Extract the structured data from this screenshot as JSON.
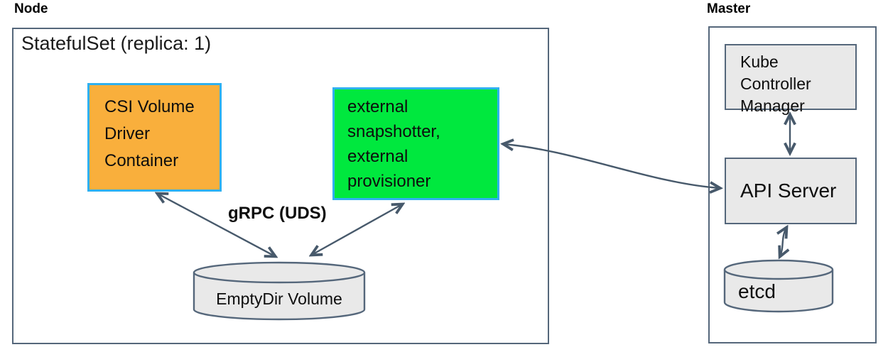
{
  "node": {
    "label": "Node",
    "statefulset_title": "StatefulSet (replica: 1)",
    "csi_driver_container": "CSI Volume Driver Container",
    "sidecar_containers": "external snapshotter, external provisioner",
    "grpc_label": "gRPC (UDS)",
    "emptydir_volume": "EmptyDir Volume"
  },
  "master": {
    "label": "Master",
    "kube_controller_manager": "Kube Controller Manager",
    "api_server": "API Server",
    "etcd": "etcd"
  },
  "colors": {
    "csi_fill": "#F9AF3C",
    "sidecar_fill": "#00E83E",
    "container_border": "#2FB0F0",
    "gray_fill": "#E9E9E9",
    "outline": "#55677B",
    "arrow_color": "#47596B",
    "text_color": "#111111"
  }
}
